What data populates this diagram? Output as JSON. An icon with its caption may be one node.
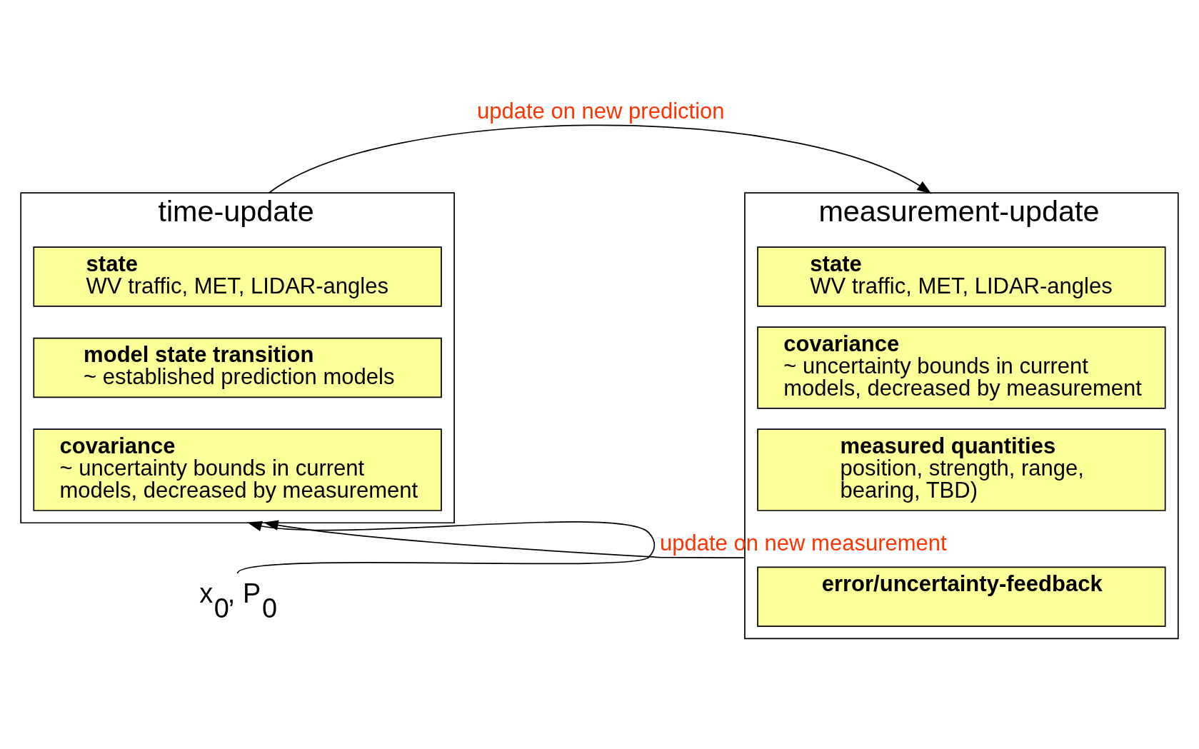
{
  "diagram": {
    "nodes": [
      {
        "text": [
          "time-update"
        ]
      },
      {
        "text": [
          "state",
          "WV traffic, MET, LIDAR-angles"
        ],
        "in": 0
      },
      {
        "text": [
          "model state transition",
          "~ established prediction models"
        ],
        "in": 0
      },
      {
        "text": [
          "covariance",
          "~ uncertainty bounds in current models, decreased by measurement"
        ],
        "in": 0
      },
      {
        "text": [
          "measurement-update"
        ]
      },
      {
        "text": [
          "state",
          "WV traffic, MET, LIDAR-angles"
        ],
        "in": 4
      },
      {
        "text": [
          "covariance",
          "~ uncertainty bounds in current models, decreased by measurement"
        ],
        "in": 4
      },
      {
        "text": [
          "measured quantities",
          "position, strength, range, bearing, TBD)"
        ],
        "in": 4
      },
      {
        "text": [
          "error/uncertainty-feedback"
        ],
        "in": 4
      },
      {
        "text": [
          "x$_{0}$, P$_{0}$"
        ]
      }
    ],
    "edges": [
      {
        "from": 0,
        "to": 4,
        "arrow": "to",
        "label": "update on new prediction"
      },
      {
        "from": 4,
        "to": 0,
        "arrow": "to",
        "label": "update on new measurement"
      },
      {
        "from": 9,
        "to": 0,
        "arrow": "to"
      }
    ]
  }
}
